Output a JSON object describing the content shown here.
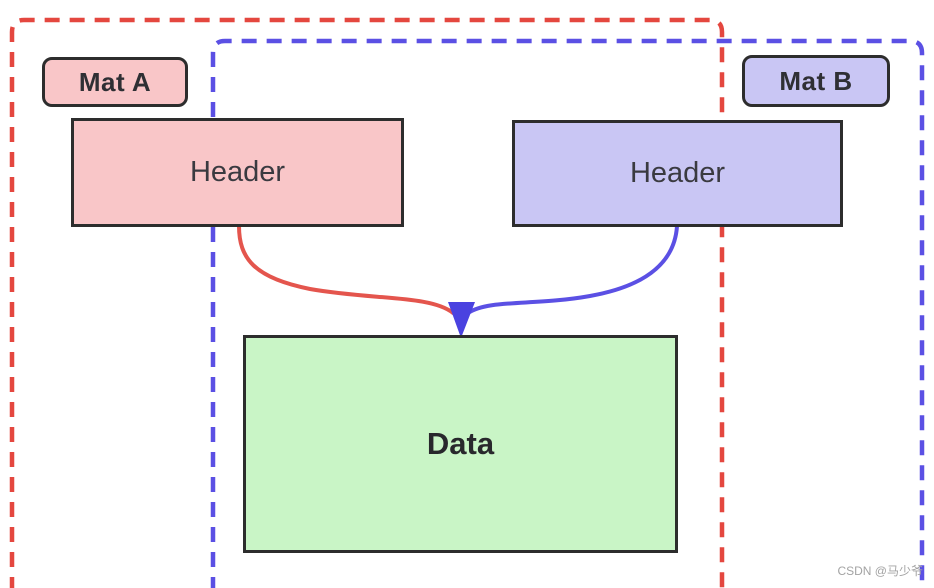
{
  "diagram": {
    "mat_a": {
      "label": "Mat A",
      "fill": "#f9c6c8",
      "boundary_color": "#e4473f"
    },
    "mat_b": {
      "label": "Mat B",
      "fill": "#c9c6f4",
      "boundary_color": "#5b50e4"
    },
    "header_a": {
      "label": "Header",
      "fill": "#f9c6c8",
      "connector_color": "#e4554d"
    },
    "header_b": {
      "label": "Header",
      "fill": "#c9c6f4",
      "connector_color": "#5b50e4"
    },
    "data_box": {
      "label": "Data",
      "fill": "#c9f5c6"
    },
    "box_border_color": "#2d2d2d",
    "arrow_color": "#4a42e0"
  },
  "watermark": {
    "text": "CSDN @马少爷"
  }
}
